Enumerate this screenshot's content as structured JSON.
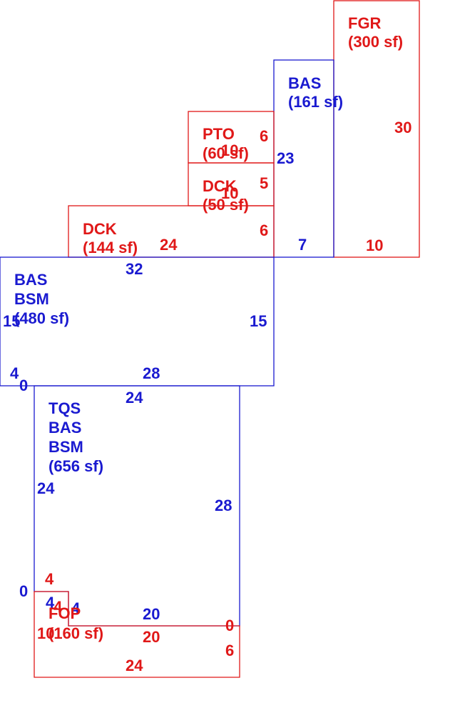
{
  "colors": {
    "blue": "#1a1ad0",
    "red": "#e01818"
  },
  "areas": {
    "fgr": {
      "name": "FGR",
      "area": "(300 sf)",
      "dims": [
        "30",
        "10"
      ]
    },
    "bas_upper": {
      "name": "BAS",
      "area": "(161 sf)",
      "dims": [
        "23",
        "7"
      ]
    },
    "pto": {
      "name": "PTO",
      "area": "(60 sf)",
      "dims": [
        "6",
        "10"
      ]
    },
    "dck_small": {
      "name": "DCK",
      "area": "(50 sf)",
      "dims": [
        "5",
        "10"
      ]
    },
    "dck_large": {
      "name": "DCK",
      "area": "(144 sf)",
      "dims": [
        "24",
        "6"
      ]
    },
    "bas_bsm": {
      "line1": "BAS",
      "line2": "BSM",
      "area": "(480 sf)",
      "dims": [
        "32",
        "15",
        "15",
        "28",
        "4",
        "0"
      ]
    },
    "tqs": {
      "line1": "TQS",
      "line2": "BAS",
      "line3": "BSM",
      "area": "(656 sf)",
      "dims": [
        "24",
        "24",
        "28",
        "20",
        "0",
        "4",
        "4"
      ]
    },
    "fop": {
      "name": "FOP",
      "area": "(160 sf)",
      "dims": [
        "4",
        "10",
        "20",
        "0",
        "6",
        "24"
      ]
    }
  }
}
